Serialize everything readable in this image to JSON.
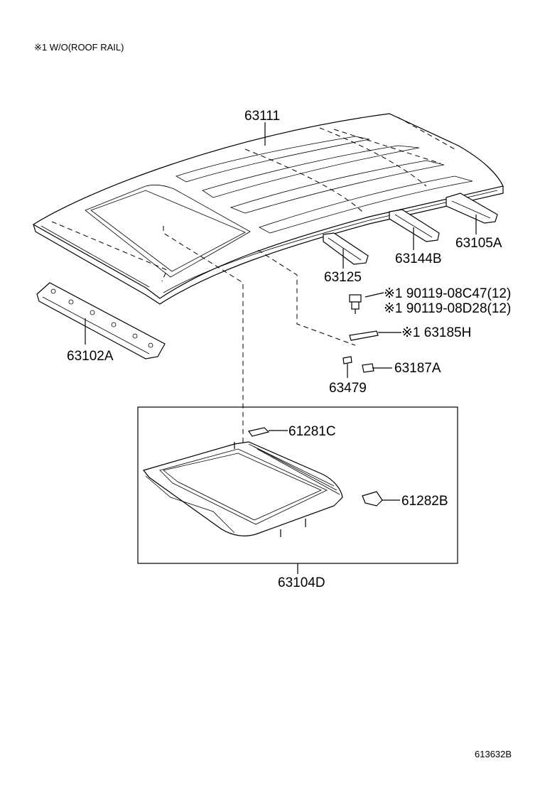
{
  "note": "※1 W/O(ROOF RAIL)",
  "drawing_number": "613632B",
  "parts": {
    "p63111": "63111",
    "p63105A": "63105A",
    "p63144B": "63144B",
    "p63125": "63125",
    "p63102A": "63102A",
    "bolt1": "※1 90119-08C47(12)",
    "bolt2": "※1 90119-08D28(12)",
    "p63185H": "※1 63185H",
    "p63187A": "63187A",
    "p63479": "63479",
    "p61281C": "61281C",
    "p61282B": "61282B",
    "p63104D": "63104D"
  }
}
